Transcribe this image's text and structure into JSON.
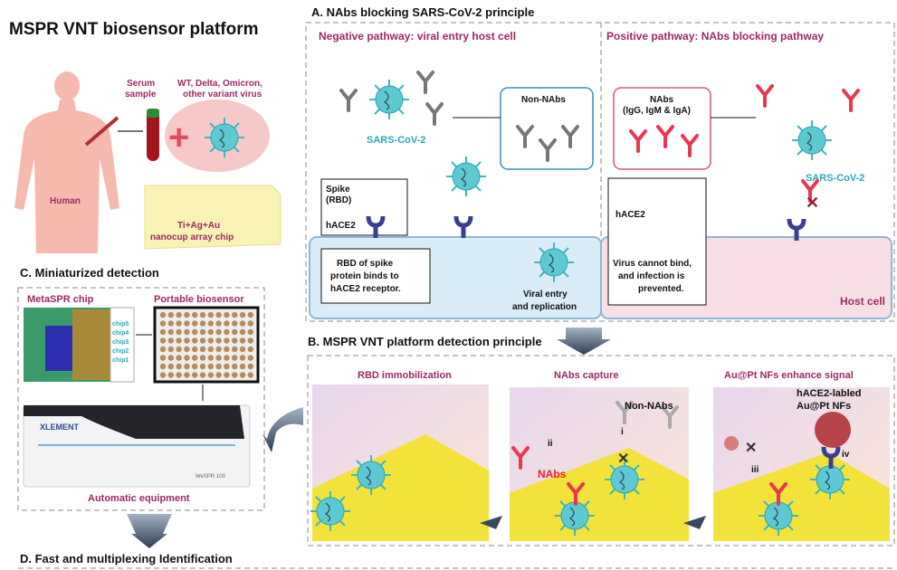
{
  "title": "MSPR VNT biosensor platform",
  "intro": {
    "human": "Human",
    "serum": [
      "Serum",
      "sample"
    ],
    "variants": [
      "WT, Delta, Omicron,",
      "other variant virus"
    ],
    "chip": [
      "Ti+Ag+Au",
      "nanocup array chip"
    ]
  },
  "panel_a": {
    "title": "A. NAbs blocking SARS-CoV-2 principle",
    "negative_heading": "Negative pathway: viral entry host cell",
    "positive_heading": "Positive pathway: NAbs blocking pathway",
    "non_nabs": "Non-NAbs",
    "nabs": [
      "NAbs",
      "(IgG, IgM & IgA)"
    ],
    "virus_label": "SARS-CoV-2",
    "spike": [
      "Spike",
      "(RBD)"
    ],
    "hace2": "hACE2",
    "rbd_note": [
      "RBD of spike",
      "protein binds to",
      "hACE2 receptor."
    ],
    "entry": [
      "Viral entry",
      "and replication"
    ],
    "blocked_note": [
      "Virus cannot bind,",
      "and infection is",
      "prevented."
    ],
    "host_cell": "Host cell"
  },
  "panel_b": {
    "title": "B. MSPR VNT platform detection principle",
    "steps": [
      {
        "heading": "RBD immobilization"
      },
      {
        "heading": "NAbs capture",
        "labels": [
          "Non-NAbs",
          "i",
          "ii",
          "NAbs"
        ]
      },
      {
        "heading": "Au@Pt NFs enhance signal",
        "labels": [
          "hACE2-labled",
          "Au@Pt NFs",
          "iii",
          "iv"
        ]
      }
    ]
  },
  "panel_c": {
    "title": "C. Miniaturized detection",
    "metaspr": "MetaSPR chip",
    "chips": [
      "chip5",
      "chip4",
      "chip3",
      "chip2",
      "chip1"
    ],
    "portable": "Portable biosensor",
    "brand": "XLEMENT",
    "model": "WeSPR 100",
    "equipment": "Automatic equipment"
  },
  "panel_d": {
    "title": "D. Fast and multiplexing Identification"
  },
  "colors": {
    "label_purple": "#9b2a63",
    "virus_teal": "#4cc3cf",
    "gold": "#f2e23a",
    "receptor": "#3b3f8f",
    "nab_red": "#e8384f"
  }
}
